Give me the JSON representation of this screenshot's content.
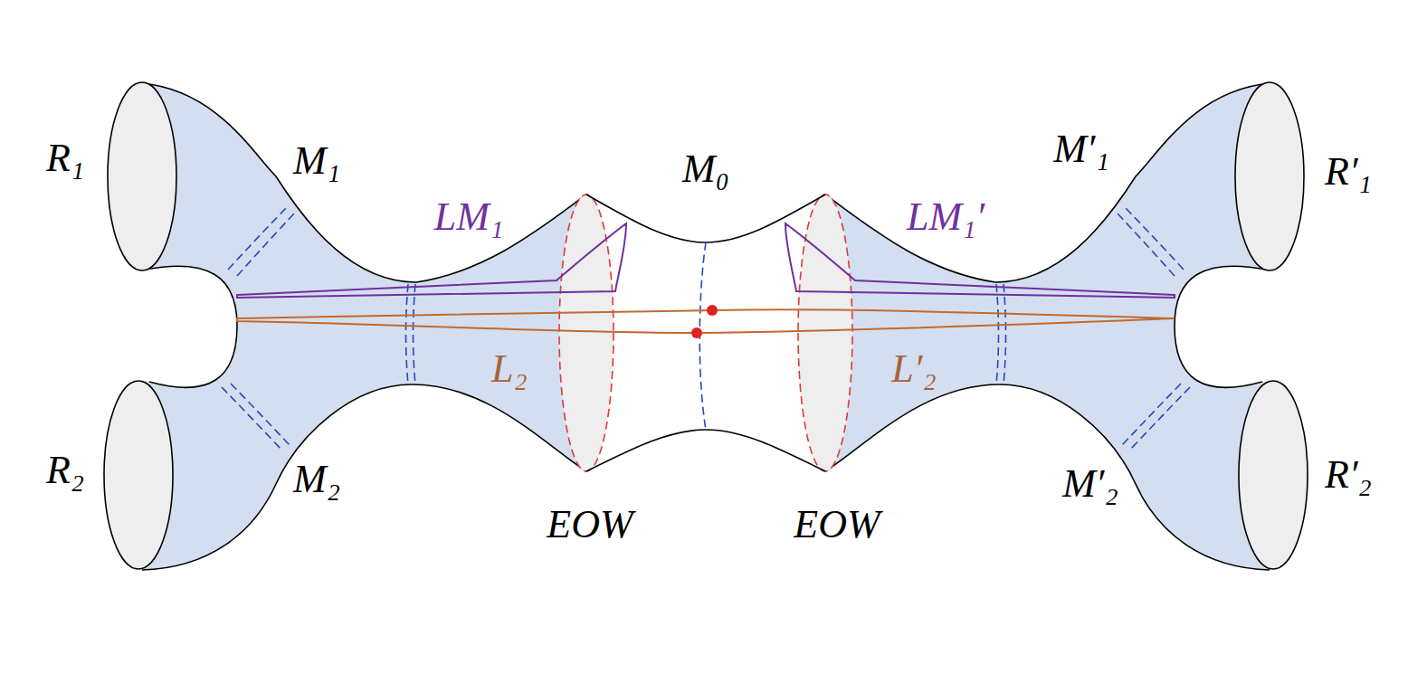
{
  "diagram": {
    "labels": [
      "R₁",
      "M₁",
      "M₀",
      "M′₁",
      "R′₁",
      "LM₁",
      "LM₁′",
      "L₂",
      "L′₂",
      "R₂",
      "M₂",
      "M′₂",
      "R′₂",
      "EOW",
      "EOW"
    ]
  }
}
